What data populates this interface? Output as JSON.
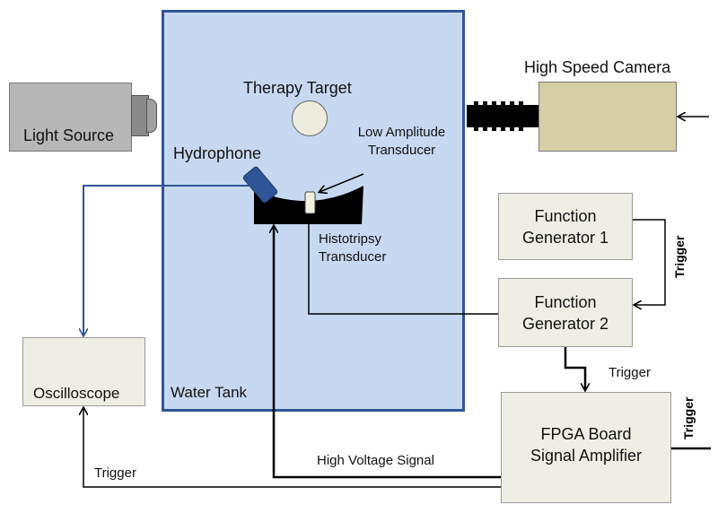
{
  "water_tank": {
    "label": "Water Tank"
  },
  "therapy_target": {
    "label": "Therapy Target"
  },
  "light_source": {
    "label": "Light Source"
  },
  "camera": {
    "label": "High Speed Camera"
  },
  "hydrophone": {
    "label": "Hydrophone"
  },
  "low_amp": {
    "line1": "Low Amplitude",
    "line2": "Transducer"
  },
  "histotripsy": {
    "line1": "Histotripsy",
    "line2": "Transducer"
  },
  "fg1": {
    "line1": "Function",
    "line2": "Generator 1"
  },
  "fg2": {
    "line1": "Function",
    "line2": "Generator 2"
  },
  "fpga": {
    "line1": "FPGA Board",
    "line2": "Signal Amplifier"
  },
  "oscilloscope": {
    "label": "Oscilloscope"
  },
  "signals": {
    "trigger_fg": "Trigger",
    "trigger_fg2_fpga": "Trigger",
    "trigger_right": "Trigger",
    "trigger_osc": "Trigger",
    "high_voltage": "High Voltage Signal"
  },
  "colors": {
    "tank_fill": "#c7d9f1",
    "tank_border": "#2f5597",
    "box_fill": "#efeee4",
    "camera_fill": "#d6cfa6",
    "light_fill": "#b7b7b7",
    "hydrophone": "#2f5597",
    "wire_blue": "#2f5597",
    "wire_black": "#000000"
  }
}
